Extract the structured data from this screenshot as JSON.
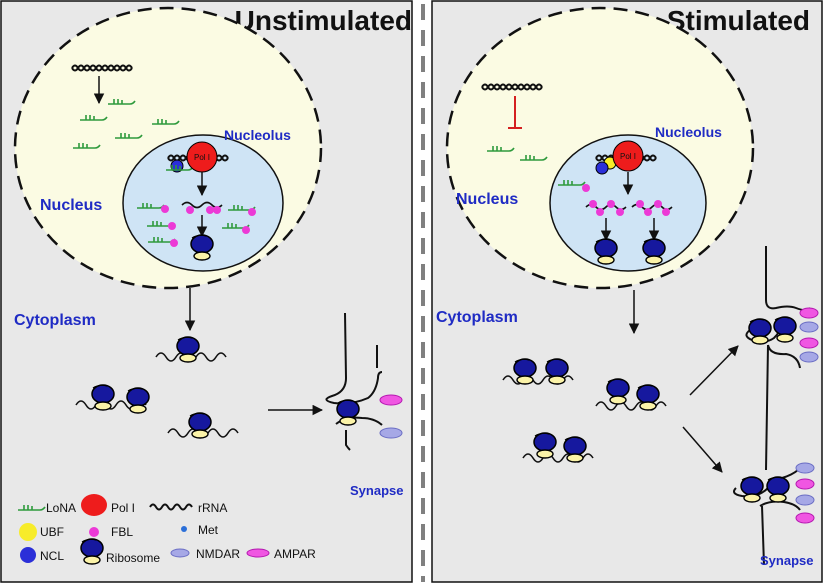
{
  "colors": {
    "panel_bg": "#e8e8e8",
    "nucleus_fill": "#fbfbe3",
    "nucleolus_fill": "#cfe4f5",
    "label_blue": "#1f2bc4",
    "lona_green": "#2e9a3c",
    "pol1_red": "#ee1c1c",
    "ubf_yellow": "#f7ec2a",
    "fbl_magenta": "#ec3ad6",
    "ncl_blue": "#2b2fd8",
    "ribosome_navy": "#16189e",
    "nmdar_lavender": "#a6a8e6",
    "ampar_pink": "#f056e2",
    "inhibit_red": "#d42020"
  },
  "panels": {
    "unstimulated": {
      "title": "Unstimulated",
      "nucleus_label": "Nucleus",
      "nucleolus_label": "Nucleolus",
      "cytoplasm_label": "Cytoplasm",
      "synapse_label": "Synapse",
      "pol_label": "Pol I"
    },
    "stimulated": {
      "title": "Stimulated",
      "nucleus_label": "Nucleus",
      "nucleolus_label": "Nucleolus",
      "cytoplasm_label": "Cytoplasm",
      "synapse_label": "Synapse",
      "pol_label": "Pol I"
    }
  },
  "legend": {
    "lona": "LoNA",
    "pol1": "Pol I",
    "rrna": "rRNA",
    "ubf": "UBF",
    "fbl": "FBL",
    "met": "Met",
    "ncl": "NCL",
    "ribosome": "Ribosome",
    "nmdar": "NMDAR",
    "ampar": "AMPAR"
  }
}
